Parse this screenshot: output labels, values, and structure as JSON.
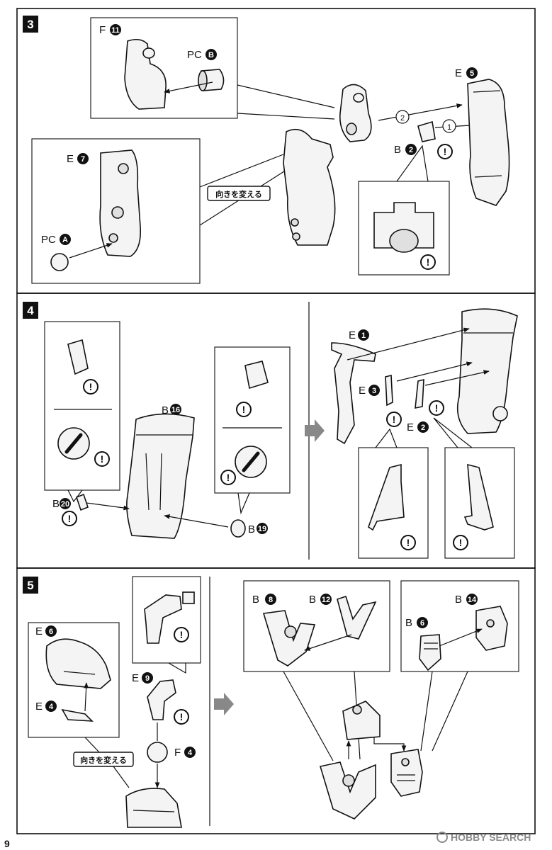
{
  "page_number": "9",
  "watermark": "HOBBY SEARCH",
  "arrow_labels": {
    "first": "1",
    "second": "2"
  },
  "steps": [
    {
      "number": "3",
      "labels": [
        {
          "letter": "F",
          "num": "11"
        },
        {
          "letter": "PC",
          "num": "B"
        },
        {
          "letter": "E",
          "num": "5"
        },
        {
          "letter": "B",
          "num": "2"
        },
        {
          "letter": "E",
          "num": "7"
        },
        {
          "letter": "PC",
          "num": "A"
        }
      ],
      "note": "向きを変える"
    },
    {
      "number": "4",
      "labels": [
        {
          "letter": "B",
          "num": "16"
        },
        {
          "letter": "B",
          "num": "20"
        },
        {
          "letter": "B",
          "num": "19"
        },
        {
          "letter": "E",
          "num": "1"
        },
        {
          "letter": "E",
          "num": "3"
        },
        {
          "letter": "E",
          "num": "2"
        }
      ]
    },
    {
      "number": "5",
      "labels": [
        {
          "letter": "E",
          "num": "6"
        },
        {
          "letter": "E",
          "num": "4"
        },
        {
          "letter": "E",
          "num": "9"
        },
        {
          "letter": "F",
          "num": "4"
        },
        {
          "letter": "B",
          "num": "8"
        },
        {
          "letter": "B",
          "num": "12"
        },
        {
          "letter": "B",
          "num": "14"
        },
        {
          "letter": "B",
          "num": "6"
        }
      ],
      "note": "向きを変える"
    }
  ],
  "caution_mark": "!"
}
